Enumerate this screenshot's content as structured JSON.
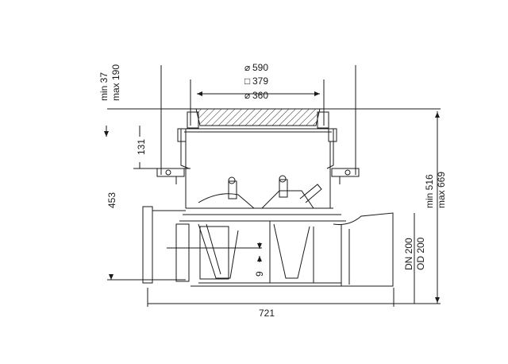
{
  "drawing": {
    "dims": {
      "dia_outer": "590",
      "sq_mid": "379",
      "dia_inner": "360",
      "left_min": "min 37",
      "left_max": "max 190",
      "height_131": "131",
      "height_453": "453",
      "right_min": "min 516",
      "right_max": "max 669",
      "dn": "DN 200",
      "od": "OD 200",
      "width_721": "721",
      "small_9": "9"
    },
    "symbols": {
      "diameter": "⌀",
      "square": "□"
    },
    "colors": {
      "line": "#1a1a1a",
      "hatch": "#333333"
    }
  }
}
